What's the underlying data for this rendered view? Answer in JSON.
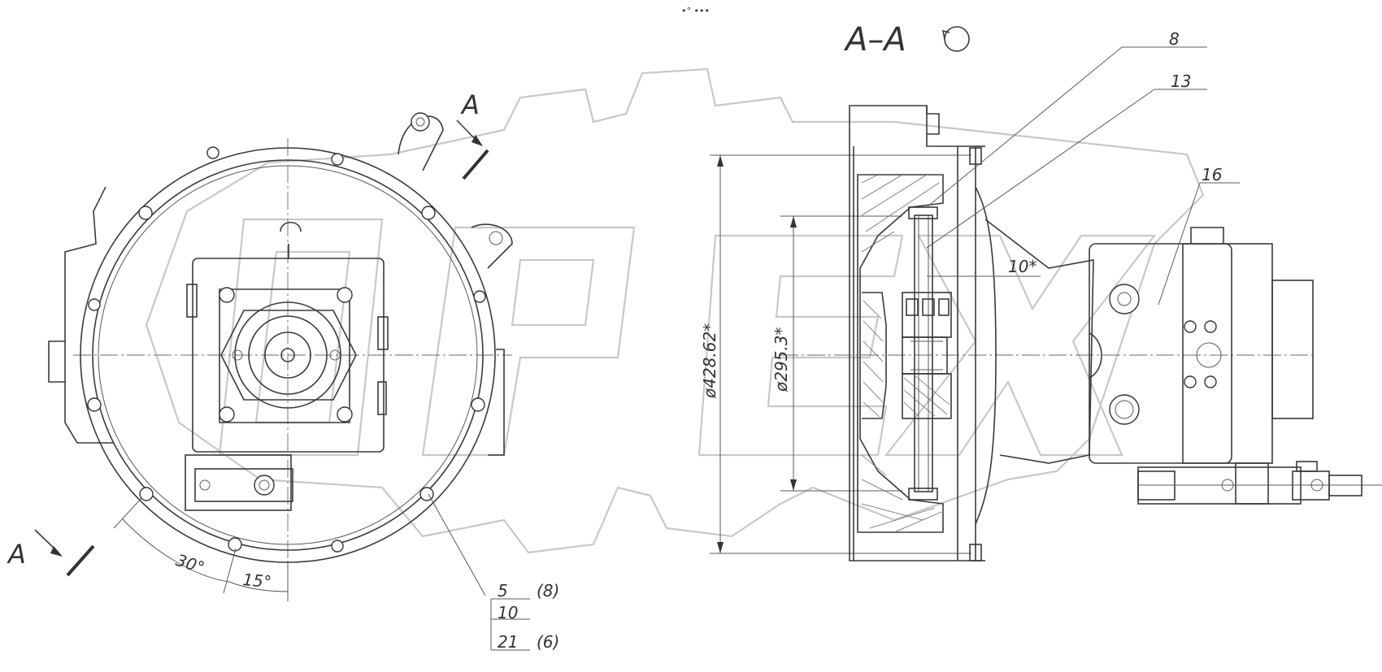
{
  "watermark": {
    "text": "OPEX"
  },
  "header": {
    "dots": "•° •••"
  },
  "section": {
    "title": "A–A",
    "rotation_symbol": "rotation-icon"
  },
  "section_marks": {
    "top": "A",
    "bottom": "A"
  },
  "callouts": {
    "c8": "8",
    "c13": "13",
    "c16": "16"
  },
  "dimensions": {
    "outer_diameter": "ø428.62*",
    "inner_diameter": "ø295.3*",
    "gap": "10*",
    "angle_30": "30°",
    "angle_15": "15°"
  },
  "parts_table": [
    {
      "item": "5",
      "qty": "(8)"
    },
    {
      "item": "10",
      "qty": ""
    },
    {
      "item": "21",
      "qty": "(6)"
    }
  ]
}
